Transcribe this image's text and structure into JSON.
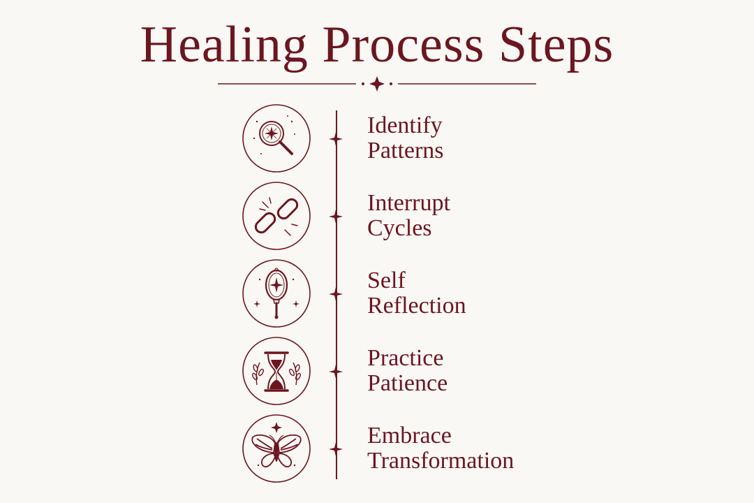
{
  "title": "Healing Process Steps",
  "colors": {
    "accent": "#6b1620",
    "background": "#faf8f4"
  },
  "steps": [
    {
      "line1": "Identify",
      "line2": "Patterns",
      "icon": "magnifier-icon"
    },
    {
      "line1": "Interrupt",
      "line2": "Cycles",
      "icon": "broken-chain-icon"
    },
    {
      "line1": "Self",
      "line2": "Reflection",
      "icon": "hand-mirror-icon"
    },
    {
      "line1": "Practice",
      "line2": "Patience",
      "icon": "hourglass-icon"
    },
    {
      "line1": "Embrace",
      "line2": "Transformation",
      "icon": "butterfly-icon"
    }
  ]
}
